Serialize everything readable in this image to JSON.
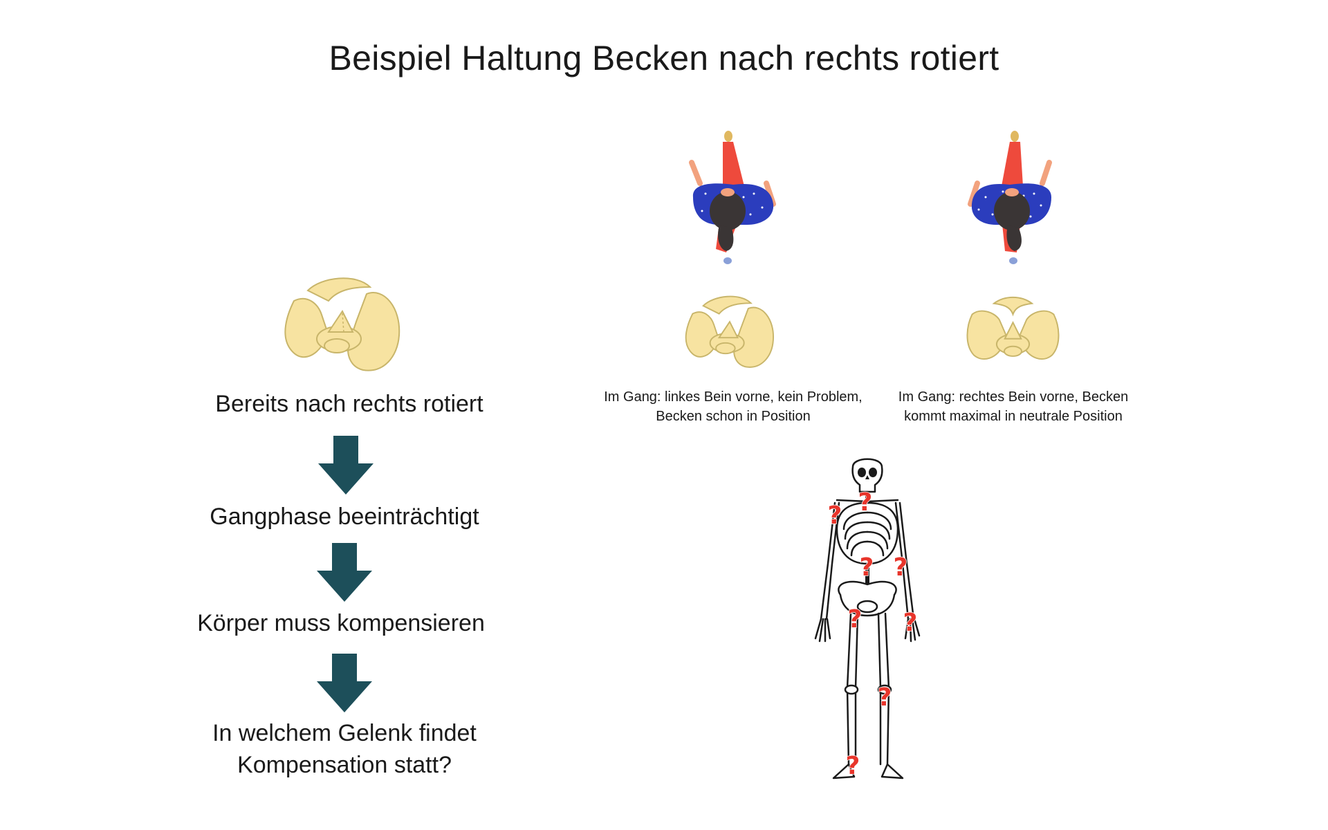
{
  "title": "Beispiel Haltung Becken nach rechts rotiert",
  "flow": {
    "steps": [
      "Bereits nach rechts rotiert",
      "Gangphase beeinträchtigt",
      "Körper muss kompensieren",
      "In welchem Gelenk findet\nKompensation statt?"
    ]
  },
  "gait": {
    "left_caption": "Im Gang: linkes Bein vorne, kein Problem, Becken schon in Position",
    "right_caption": "Im Gang: rechtes Bein vorne, Becken kommt maximal in neutrale Position"
  },
  "colors": {
    "arrow": "#1d4f5a",
    "bone_fill": "#f7e3a1",
    "bone_stroke": "#c8b56a",
    "question": "#e8352b",
    "shirt": "#2b3dbd",
    "pants": "#ee4a3c",
    "hair": "#3a3535",
    "skin": "#f2a27e"
  },
  "question_mark": "?"
}
